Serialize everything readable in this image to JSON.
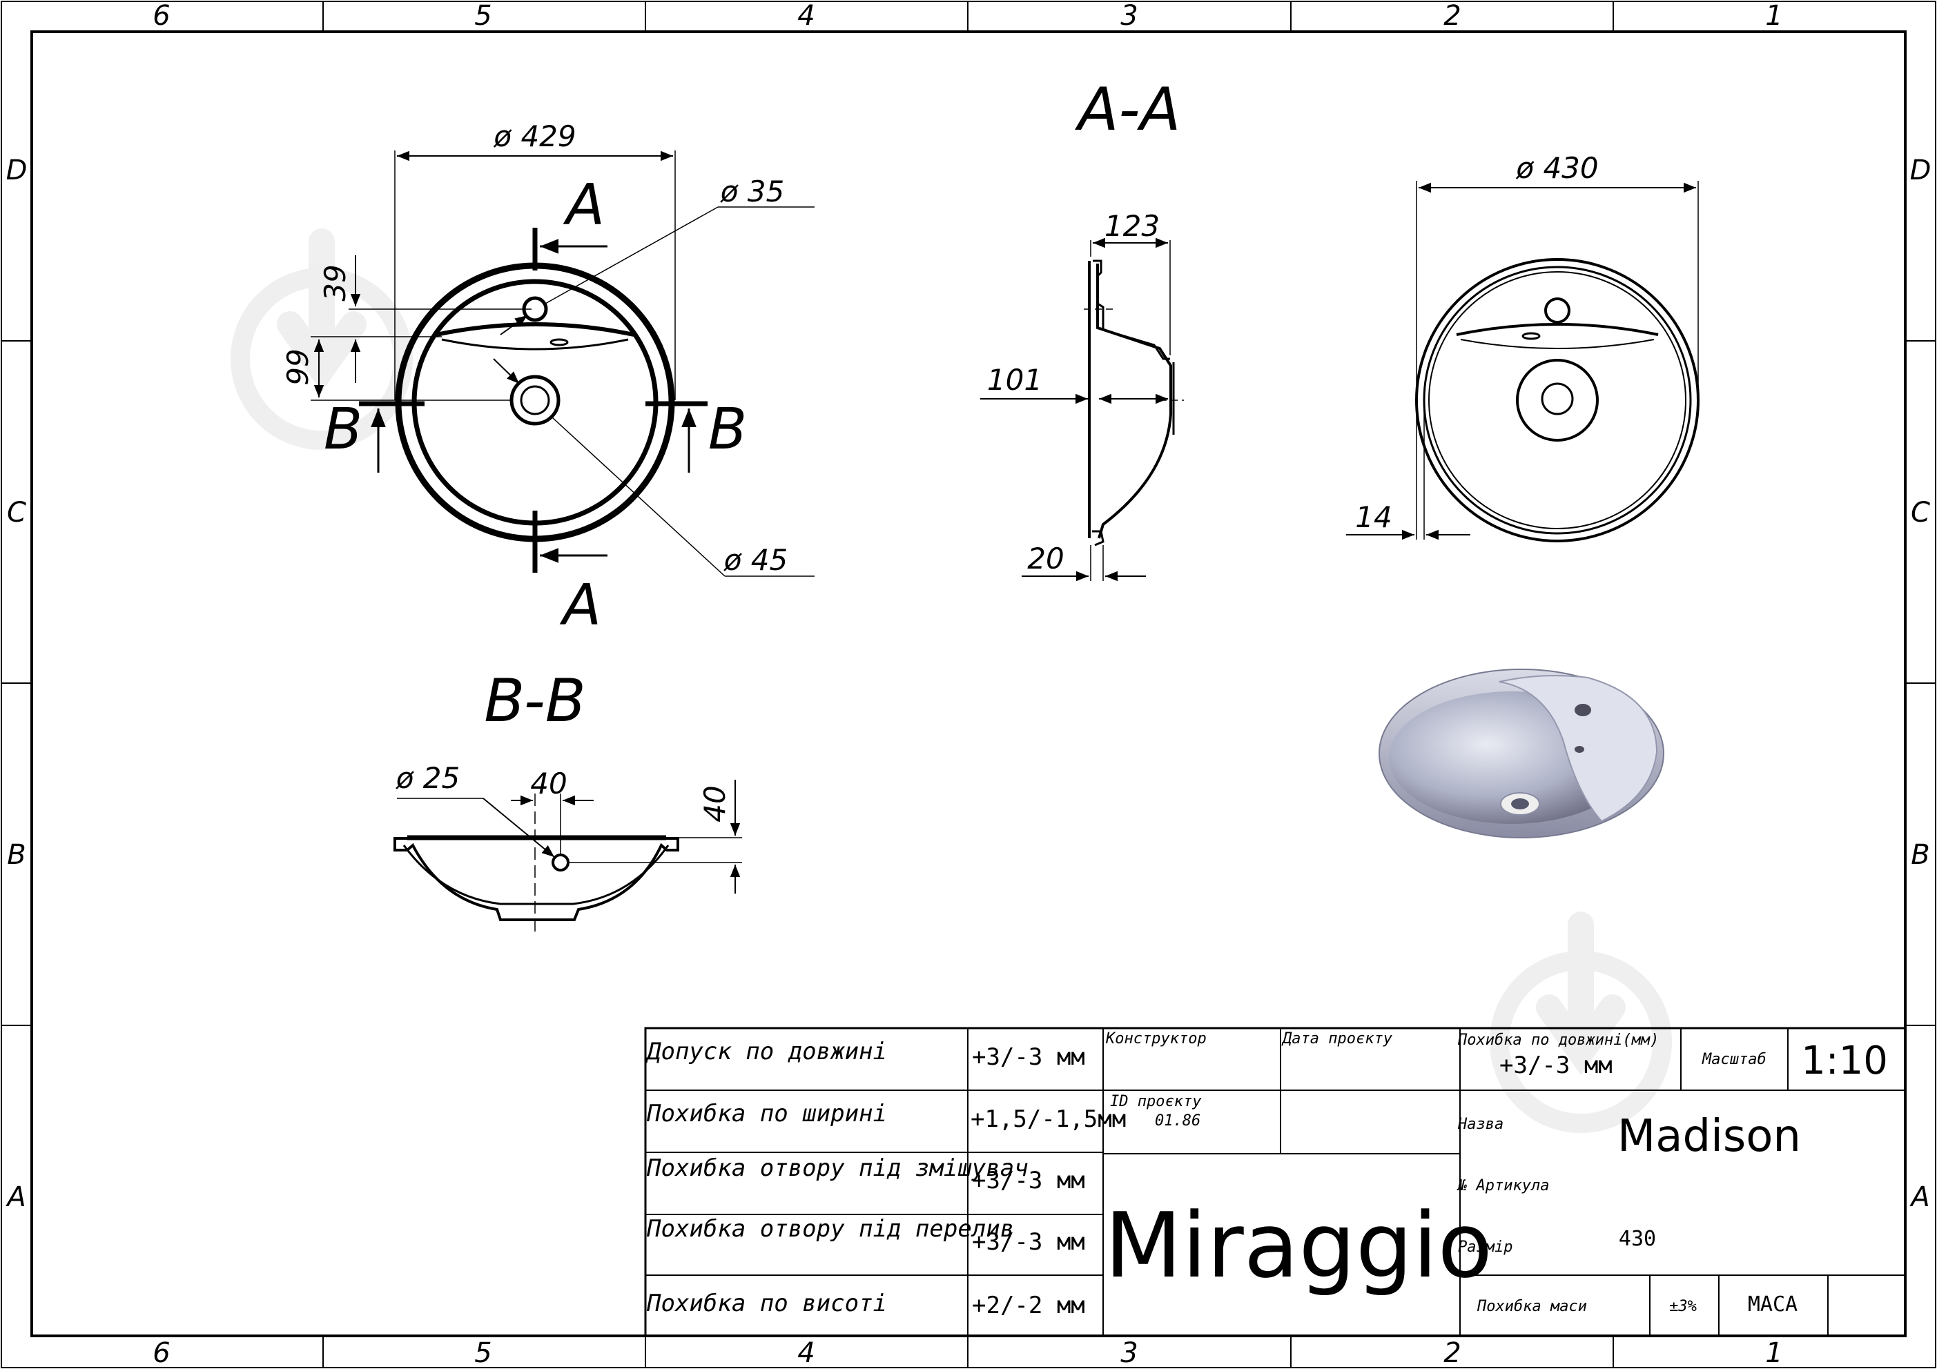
{
  "sheet": {
    "columns": [
      "6",
      "5",
      "4",
      "3",
      "2",
      "1"
    ],
    "rows": [
      "D",
      "C",
      "B",
      "A"
    ]
  },
  "views": {
    "top": {
      "diameter": "ø 429",
      "hole_mixer": "ø 35",
      "drain": "ø 45",
      "dim_39": "39",
      "dim_99": "99",
      "cut_a": "A",
      "cut_b": "B"
    },
    "section_aa": {
      "title": "A-A",
      "depth": "123",
      "mid": "101",
      "rim": "20"
    },
    "plan_right": {
      "diameter": "ø 430",
      "rim": "14"
    },
    "section_bb": {
      "title": "B-B",
      "overflow": "ø 25",
      "offset": "40",
      "height": "40"
    }
  },
  "title_block": {
    "tolerances": [
      {
        "label": "Допуск по довжині",
        "value": "+3/-3 мм"
      },
      {
        "label": "Похибка по ширині",
        "value": "+1,5/-1,5мм"
      },
      {
        "label": "Похибка отвору під змішувач",
        "value": "+3/-3 мм"
      },
      {
        "label": "Похибка отвору під перелив",
        "value": "+3/-3 мм"
      },
      {
        "label": "Похибка по висоті",
        "value": "+2/-2 мм"
      }
    ],
    "designer_label": "Конструктор",
    "date_label": "Дата проєкту",
    "project_id_label": "ID проєкту",
    "project_id": "01.86",
    "brand": "Miraggio",
    "length_tol_label": "Похибка по довжині(мм)",
    "length_tol_value": "+3/-3 мм",
    "scale_label": "Масштаб",
    "scale_value": "1:10",
    "name_label": "Назва",
    "name_value": "Madison",
    "article_label": "№ Артикула",
    "size_label": "Размір",
    "size_value": "430",
    "mass_tol_label": "Похибка маси",
    "mass_tol_value": "±3%",
    "mass_label": "МАСА"
  },
  "colors": {
    "line": "#000000",
    "render_dark": "#6e6e84",
    "render_light": "#d7d9e6",
    "watermark": "#e6e6e6"
  }
}
